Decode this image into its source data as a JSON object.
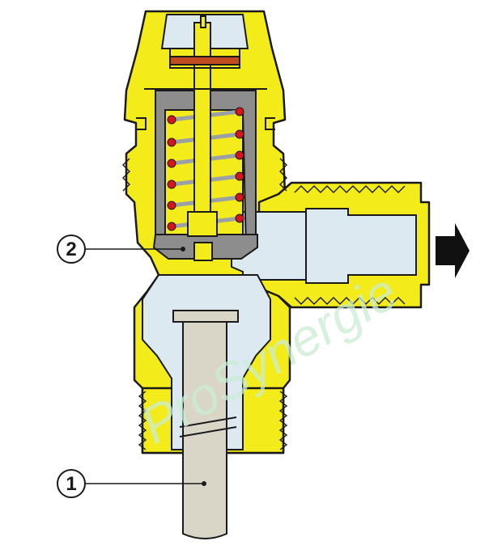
{
  "callouts": [
    {
      "id": "1",
      "label": "1"
    },
    {
      "id": "2",
      "label": "2"
    }
  ],
  "watermark": "ProSynergie",
  "colors": {
    "body_yellow": "#f4ec1a",
    "outline": "#1a1a1a",
    "cavity_blue": "#dce9f1",
    "spring_red": "#d8141d",
    "metal_grey": "#8d8d8d",
    "stem_beige": "#d9d6c8",
    "watermark_green": "#c9ecd3",
    "arrow": "#111111"
  },
  "icons": [
    "flow-direction-arrow-icon"
  ]
}
